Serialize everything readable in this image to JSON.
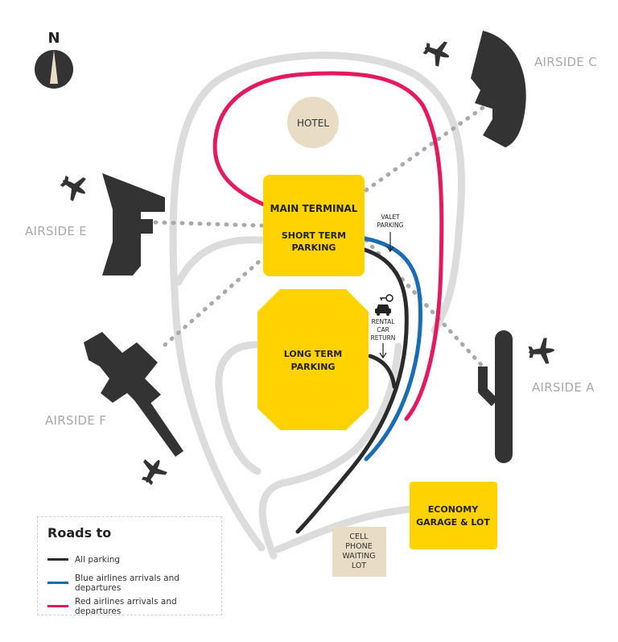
{
  "compass": {
    "label": "N"
  },
  "airsides": {
    "a": "AIRSIDE A",
    "c": "AIRSIDE C",
    "e": "AIRSIDE E",
    "f": "AIRSIDE F"
  },
  "hotel": "HOTEL",
  "main_terminal": {
    "title": "MAIN TERMINAL",
    "parking_line1": "SHORT TERM",
    "parking_line2": "PARKING"
  },
  "long_term": {
    "line1": "LONG TERM",
    "line2": "PARKING"
  },
  "valet": {
    "line1": "VALET",
    "line2": "PARKING"
  },
  "rental": {
    "line1": "RENTAL",
    "line2": "CAR",
    "line3": "RETURN"
  },
  "economy": {
    "line1": "ECONOMY",
    "line2": "GARAGE & LOT"
  },
  "cell_phone": {
    "line1": "CELL",
    "line2": "PHONE",
    "line3": "WAITING",
    "line4": "LOT"
  },
  "legend": {
    "title": "Roads to",
    "items": [
      {
        "label": "All parking",
        "color": "#2b2b2b"
      },
      {
        "label": "Blue airlines arrivals and departures",
        "color": "#1b6db3"
      },
      {
        "label": "Red airlines arrivals and departures",
        "color": "#e5195e"
      }
    ]
  },
  "colors": {
    "road": "#dcdcdc",
    "parking_yellow": "#ffd200",
    "hotel_beige": "#e8dcc5",
    "building_dark": "#333333",
    "dotted_connector": "#a9a9a9"
  }
}
